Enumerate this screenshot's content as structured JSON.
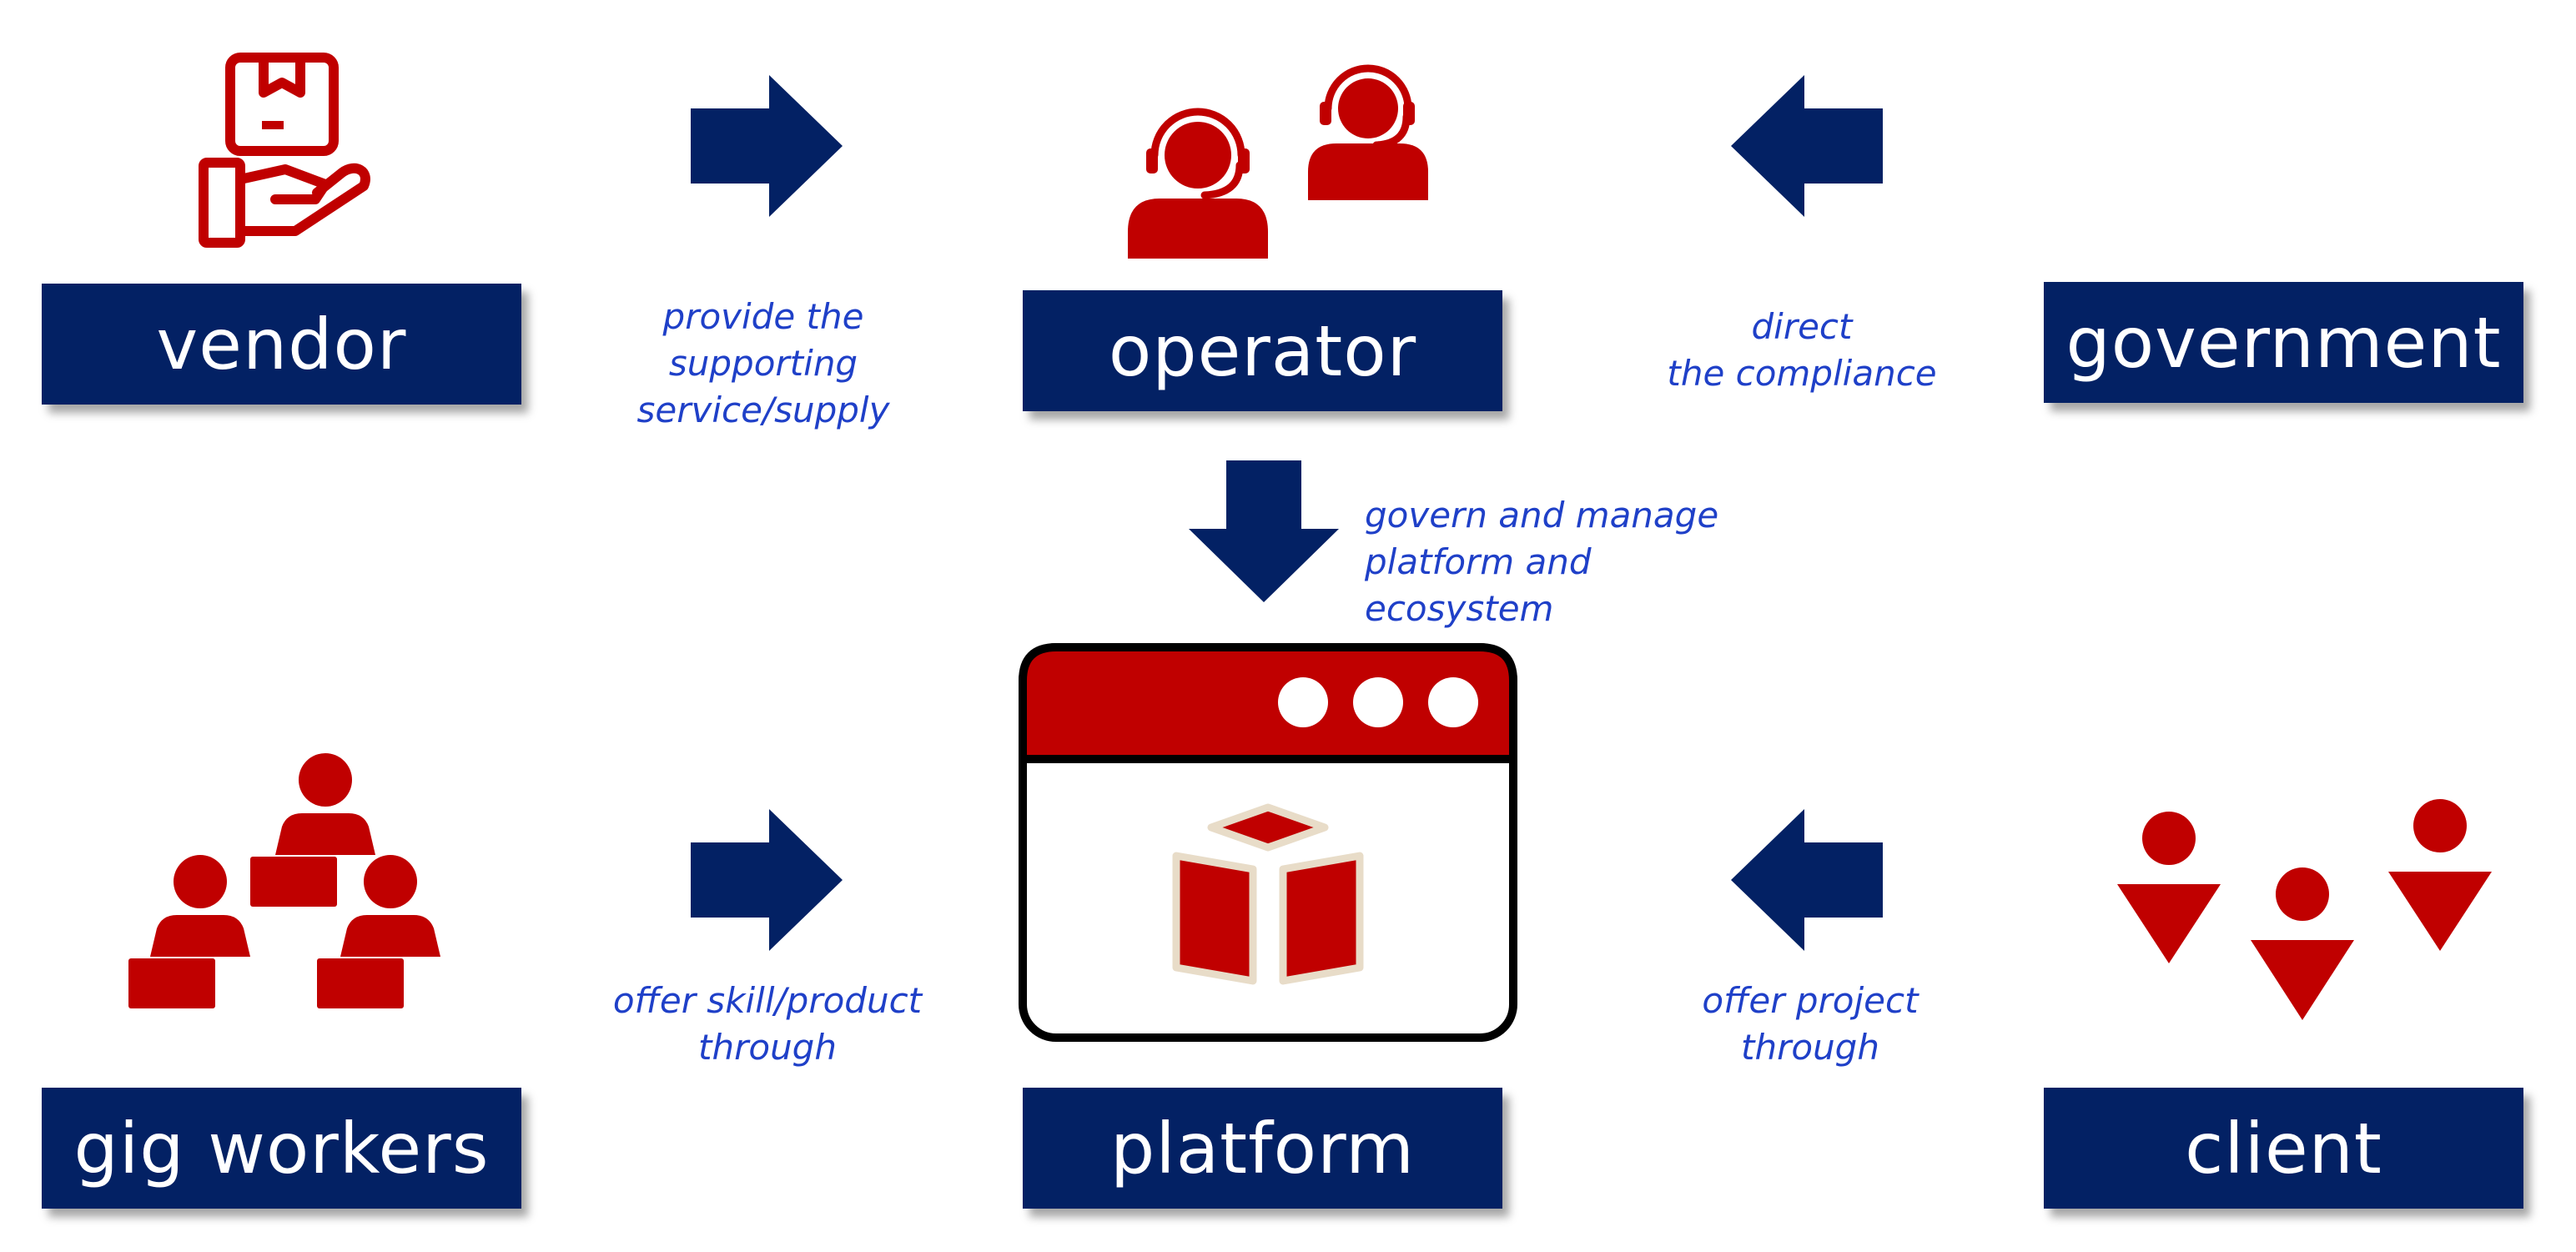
{
  "colors": {
    "navy": "#032164",
    "red": "#c00000",
    "caption_blue": "#1f40c8"
  },
  "nodes": {
    "vendor": "vendor",
    "operator": "operator",
    "government": "government",
    "gig_workers": "gig workers",
    "platform": "platform",
    "client": "client"
  },
  "edges": {
    "vendor_operator": [
      "provide the",
      "supporting",
      "service/supply"
    ],
    "government_operator": [
      "direct",
      "the compliance"
    ],
    "operator_platform": [
      "govern and manage",
      "platform and",
      "ecosystem"
    ],
    "gig_workers_platform": [
      "offer skill/product",
      "through"
    ],
    "client_platform": [
      "offer project",
      "through"
    ]
  },
  "icons": {
    "vendor": "package-in-hand-icon",
    "operator": "support-agents-headset-icon",
    "gig_workers": "workers-at-laptops-icon",
    "platform": "app-window-with-box-icon",
    "client": "client-people-icon"
  }
}
